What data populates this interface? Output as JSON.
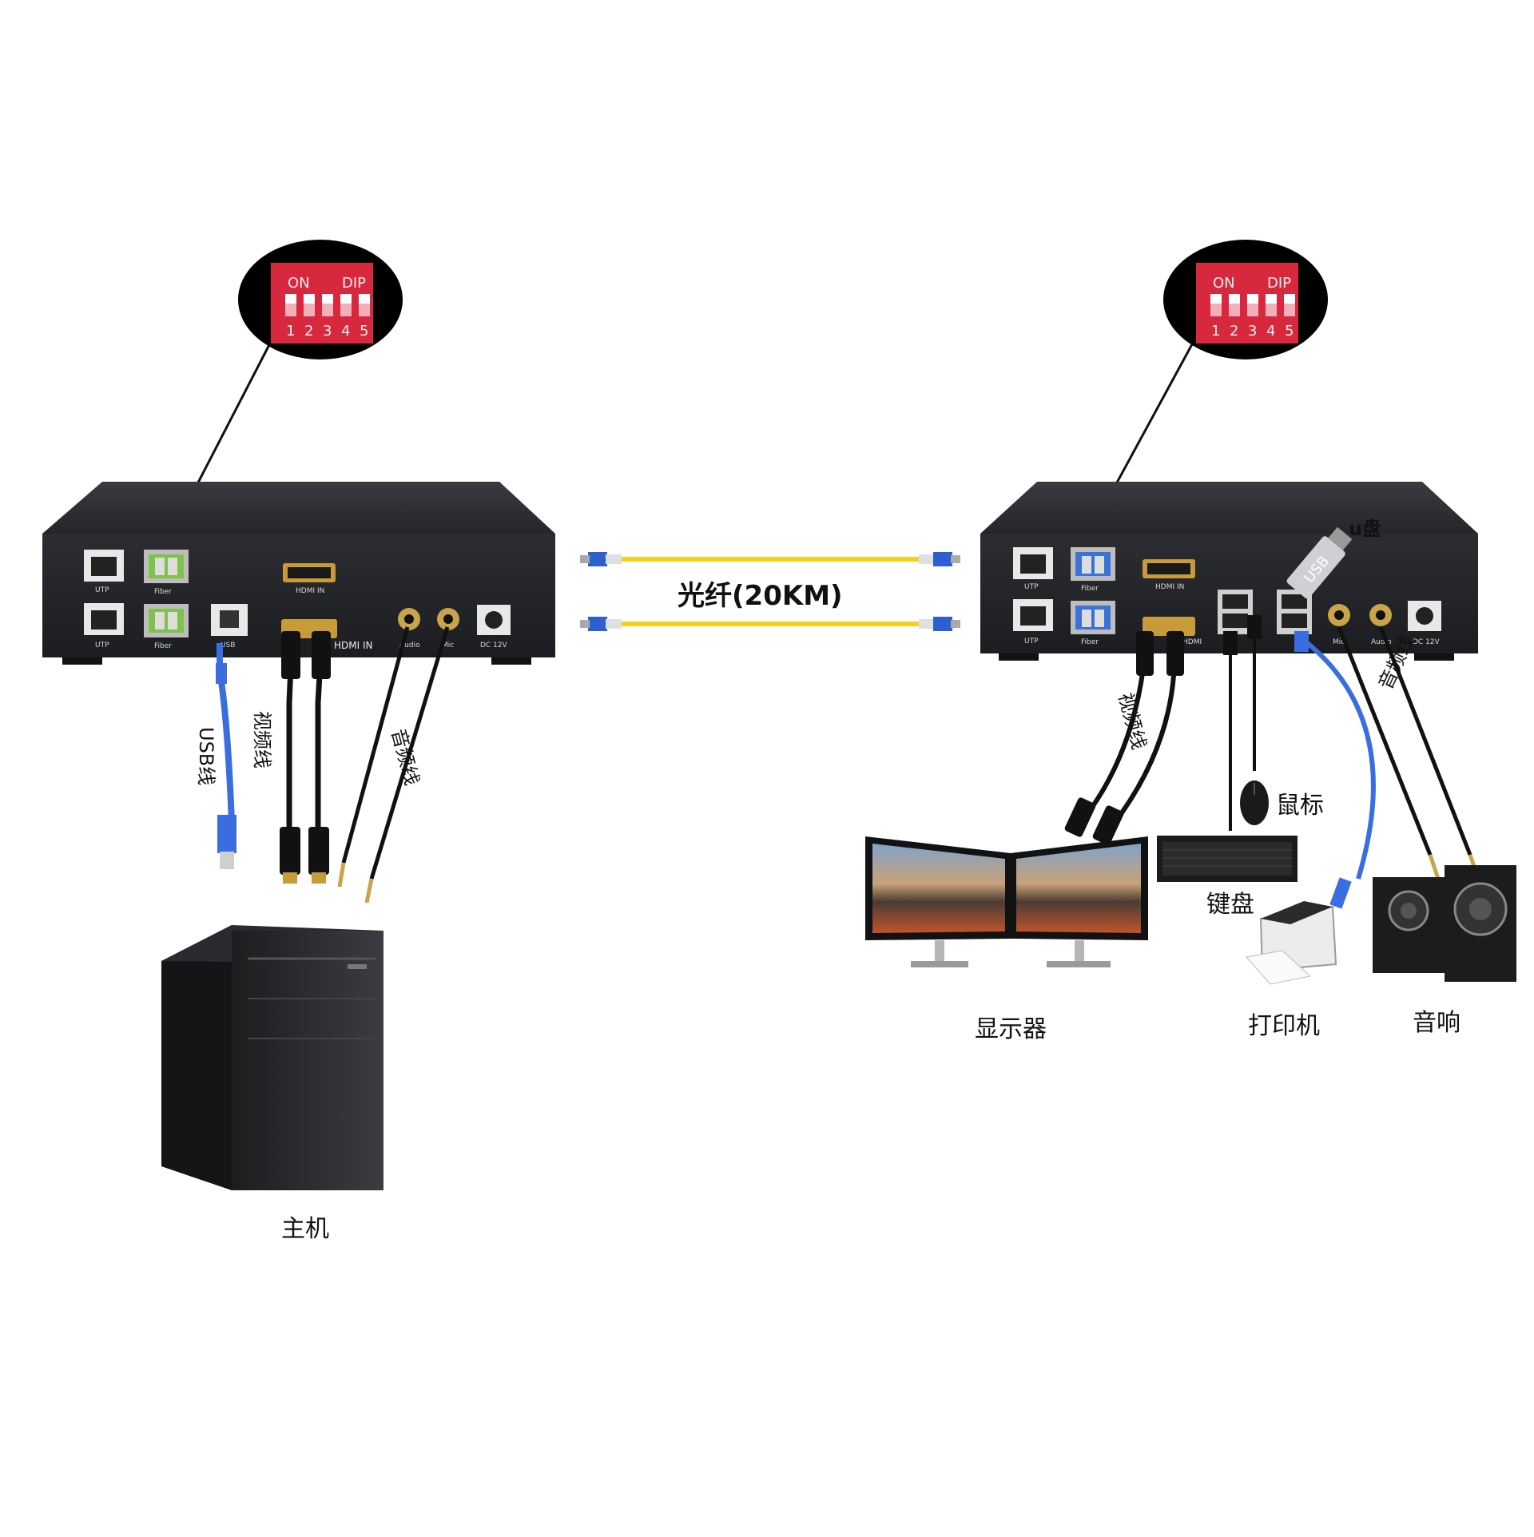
{
  "fiber": {
    "label": "光纤(20KM)"
  },
  "dip": {
    "on_label": "ON",
    "dip_label": "DIP",
    "switches": [
      "1",
      "2",
      "3",
      "4",
      "5"
    ]
  },
  "tx": {
    "ports": {
      "utp": "UTP",
      "fiber": "Fiber",
      "hdmi_in": "HDMI IN",
      "usb": "USB",
      "hdmi_label_big": "HDMI IN",
      "audio": "Audio",
      "mic": "Mic",
      "dc": "DC 12V"
    }
  },
  "rx": {
    "ports": {
      "utp": "UTP",
      "fiber": "Fiber",
      "hdmi_in": "HDMI IN",
      "hdmi2": "HDMI",
      "mic": "Mic",
      "audio": "Audio",
      "dc": "DC 12V"
    }
  },
  "labels": {
    "usb_cable": "USB线",
    "video_cable": "视频线",
    "audio_cable": "音频线",
    "host": "主机",
    "video_cable_rx": "视频线",
    "audio_cable_rx": "音频线",
    "mouse": "鼠标",
    "keyboard": "键盘",
    "monitor": "显示器",
    "printer": "打印机",
    "speaker": "音响",
    "udisk": "u盘",
    "usb_stick": "USB"
  },
  "colors": {
    "device_body": "#2b2c31",
    "dip_red": "#d8283e",
    "fiber_yellow": "#f2d21c",
    "connector_blue": "#2d5fd0",
    "usb_blue": "#3a6ee0"
  }
}
